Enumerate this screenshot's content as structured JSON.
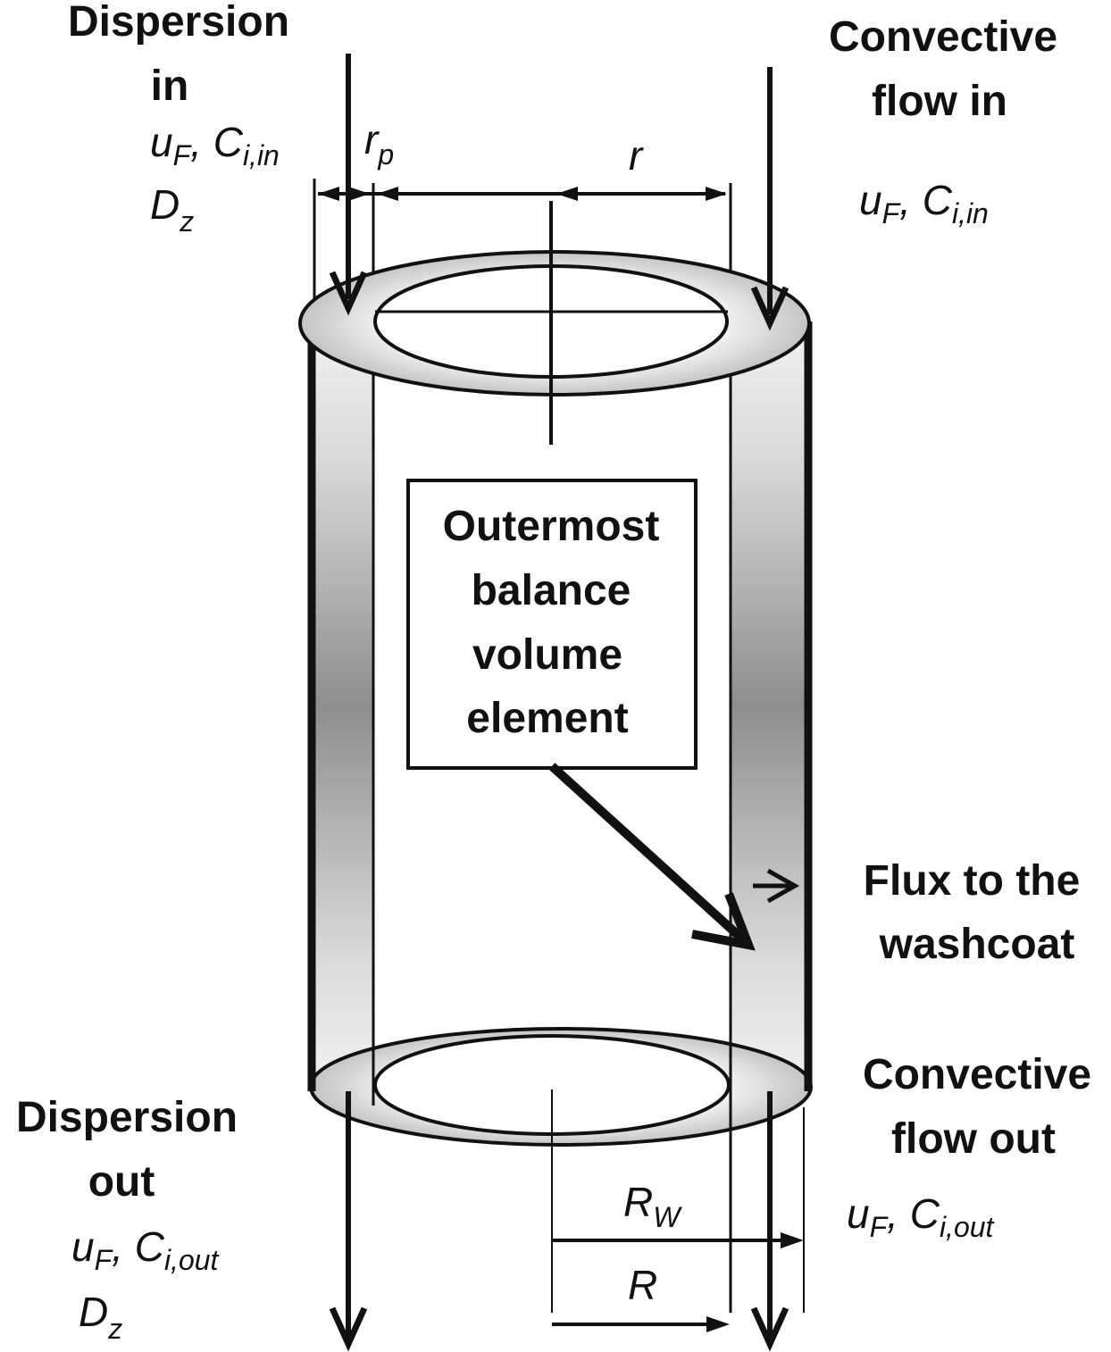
{
  "labels": {
    "dispersion_in_1": "Dispersion",
    "dispersion_in_2": "in",
    "convective_in_1": "Convective",
    "convective_in_2": "flow in",
    "dispersion_out_1": "Dispersion",
    "dispersion_out_2": "out",
    "convective_out_1": "Convective",
    "convective_out_2": "flow out",
    "flux_1": "Flux to the",
    "flux_2": "washcoat",
    "box_1": "Outermost",
    "box_2": "balance",
    "box_3": "volume",
    "box_4": "element"
  },
  "symbols": {
    "u": "u",
    "F": "F",
    "sep": ", ",
    "C": "C",
    "i_in": "i,in",
    "i_out": "i,out",
    "D": "D",
    "z": "z",
    "r": "r",
    "p": "p",
    "R": "R",
    "W": "W"
  }
}
